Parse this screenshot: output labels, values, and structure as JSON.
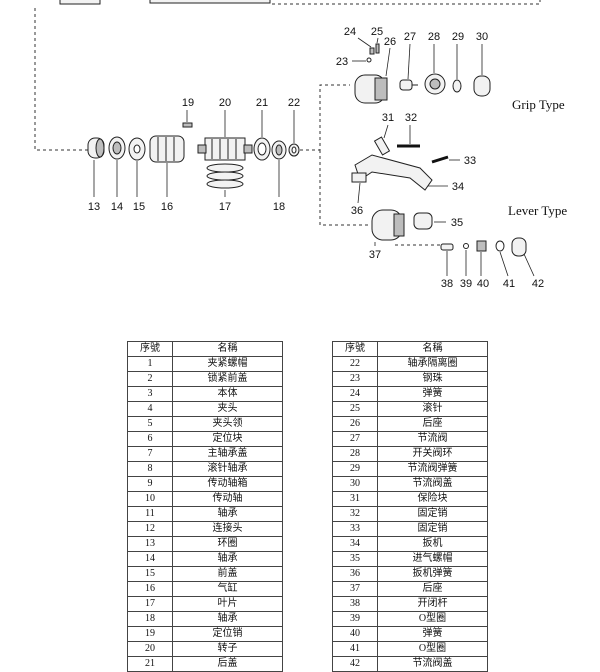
{
  "diagram": {
    "grip_type_label": "Grip Type",
    "lever_type_label": "Lever Type",
    "callouts": [
      "13",
      "14",
      "15",
      "16",
      "17",
      "18",
      "19",
      "20",
      "21",
      "22",
      "23",
      "24",
      "25",
      "26",
      "27",
      "28",
      "29",
      "30",
      "31",
      "32",
      "33",
      "34",
      "35",
      "36",
      "37",
      "38",
      "39",
      "40",
      "41",
      "42"
    ]
  },
  "table_headers": {
    "no": "序號",
    "name": "名稱"
  },
  "parts_left": [
    {
      "no": "1",
      "name": "夹紧螺帽"
    },
    {
      "no": "2",
      "name": "锁紧前盖"
    },
    {
      "no": "3",
      "name": "本体"
    },
    {
      "no": "4",
      "name": "夹头"
    },
    {
      "no": "5",
      "name": "夹头领"
    },
    {
      "no": "6",
      "name": "定位块"
    },
    {
      "no": "7",
      "name": "主轴承盖"
    },
    {
      "no": "8",
      "name": "滚针轴承"
    },
    {
      "no": "9",
      "name": "传动轴箱"
    },
    {
      "no": "10",
      "name": "传动轴"
    },
    {
      "no": "11",
      "name": "轴承"
    },
    {
      "no": "12",
      "name": "连接头"
    },
    {
      "no": "13",
      "name": "环圈"
    },
    {
      "no": "14",
      "name": "轴承"
    },
    {
      "no": "15",
      "name": "前盖"
    },
    {
      "no": "16",
      "name": "气缸"
    },
    {
      "no": "17",
      "name": "叶片"
    },
    {
      "no": "18",
      "name": "轴承"
    },
    {
      "no": "19",
      "name": "定位销"
    },
    {
      "no": "20",
      "name": "转子"
    },
    {
      "no": "21",
      "name": "后盖"
    }
  ],
  "parts_right": [
    {
      "no": "22",
      "name": "轴承隔离圈"
    },
    {
      "no": "23",
      "name": "钢珠"
    },
    {
      "no": "24",
      "name": "弹簧"
    },
    {
      "no": "25",
      "name": "滚针"
    },
    {
      "no": "26",
      "name": "后座"
    },
    {
      "no": "27",
      "name": "节流阀"
    },
    {
      "no": "28",
      "name": "开关阀环"
    },
    {
      "no": "29",
      "name": "节流阀弹簧"
    },
    {
      "no": "30",
      "name": "节流阀盖"
    },
    {
      "no": "31",
      "name": "保险块"
    },
    {
      "no": "32",
      "name": "固定销"
    },
    {
      "no": "33",
      "name": "固定销"
    },
    {
      "no": "34",
      "name": "扳机"
    },
    {
      "no": "35",
      "name": "进气螺帽"
    },
    {
      "no": "36",
      "name": "扳机弹簧"
    },
    {
      "no": "37",
      "name": "后座"
    },
    {
      "no": "38",
      "name": "开闭杆"
    },
    {
      "no": "39",
      "name": "O型圈"
    },
    {
      "no": "40",
      "name": "弹簧"
    },
    {
      "no": "41",
      "name": "O型圈"
    },
    {
      "no": "42",
      "name": "节流阀盖"
    }
  ]
}
